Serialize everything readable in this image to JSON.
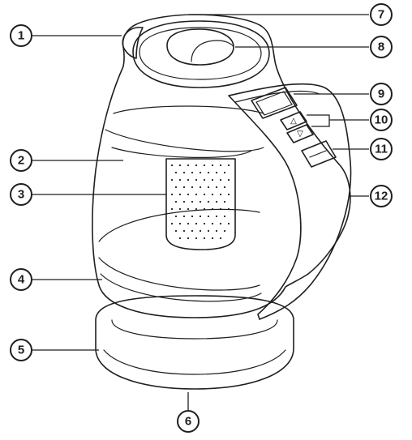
{
  "callouts": [
    {
      "id": "1"
    },
    {
      "id": "2"
    },
    {
      "id": "3"
    },
    {
      "id": "4"
    },
    {
      "id": "5"
    },
    {
      "id": "6"
    },
    {
      "id": "7"
    },
    {
      "id": "8"
    },
    {
      "id": "9"
    },
    {
      "id": "10"
    },
    {
      "id": "11"
    },
    {
      "id": "12"
    }
  ],
  "control_panel": {
    "up_symbol": "△",
    "down_symbol": "▽"
  },
  "colors": {
    "line": "#1f1f1f",
    "background": "#ffffff"
  }
}
